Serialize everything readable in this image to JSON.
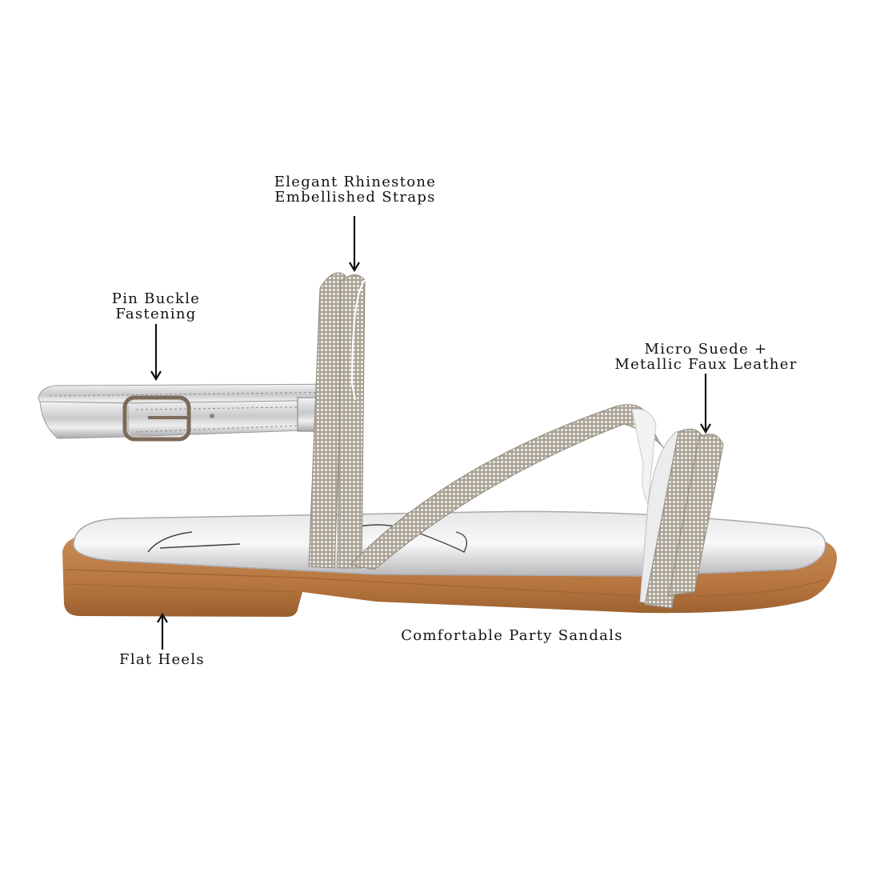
{
  "product": {
    "name": "Comfortable Party Sandals",
    "colors": {
      "sole": "#b7763f",
      "sole_dark": "#8a5327",
      "metallic": "#d9d9db",
      "metallic_highlight": "#f7f7f8",
      "rhinestone": "#b9b3a8",
      "buckle": "#7c6a5a",
      "text": "#111111"
    }
  },
  "annotations": {
    "straps": {
      "line1": "Elegant Rhinestone",
      "line2": "Embellished Straps",
      "arrow": "down-arrow"
    },
    "buckle": {
      "line1": "Pin Buckle",
      "line2": "Fastening",
      "arrow": "down-arrow"
    },
    "material": {
      "line1": "Micro Suede +",
      "line2": "Metallic Faux Leather",
      "arrow": "down-arrow"
    },
    "heels": {
      "line1": "Flat Heels",
      "arrow": "up-arrow"
    },
    "caption": {
      "line1": "Comfortable Party Sandals"
    }
  }
}
